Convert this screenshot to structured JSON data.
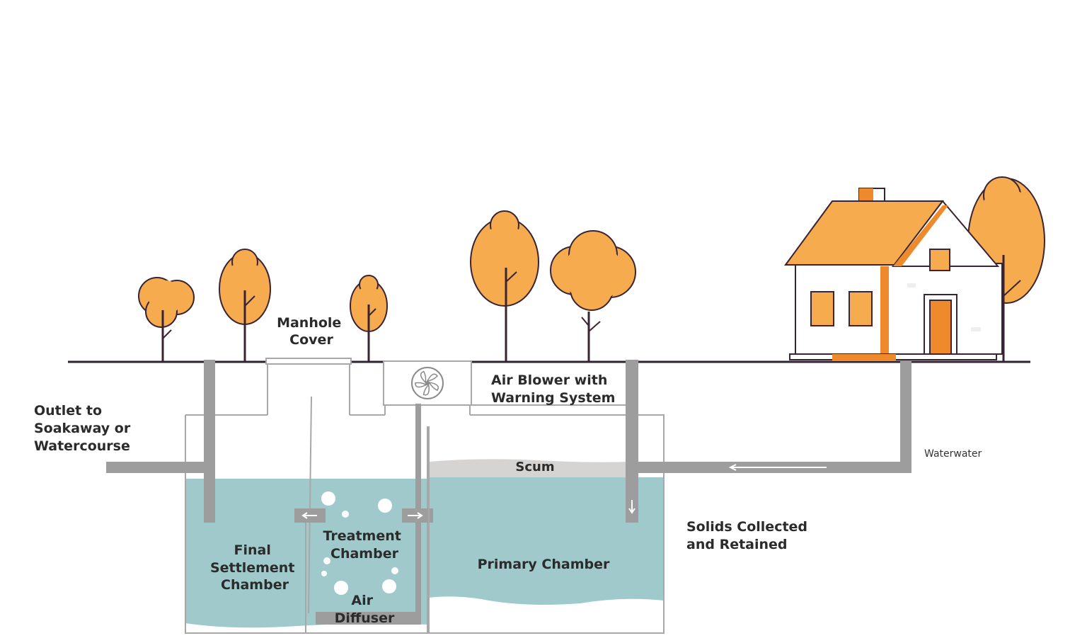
{
  "labels": {
    "manhole_cover": [
      "Manhole",
      "Cover"
    ],
    "air_blower": [
      "Air Blower with",
      "Warning System"
    ],
    "outlet": [
      "Outlet to",
      "Soakaway or",
      "Watercourse"
    ],
    "wastewater": "Waterwater",
    "scum": "Scum",
    "solids": [
      "Solids Collected",
      "and Retained"
    ],
    "final_settlement": [
      "Final",
      "Settlement",
      "Chamber"
    ],
    "treatment": [
      "Treatment",
      "Chamber"
    ],
    "primary": "Primary Chamber",
    "air_diffuser": [
      "Air",
      "Diffuser"
    ]
  },
  "colors": {
    "orange": "#f6ac4e",
    "orange_dark": "#ee8a2c",
    "trunk": "#3a2433",
    "ground": "#2f2233",
    "pipe": "#9d9d9d",
    "tank_outline": "#a8a8a8",
    "water": "#9fc9cb",
    "scum": "#d6d4d2"
  }
}
